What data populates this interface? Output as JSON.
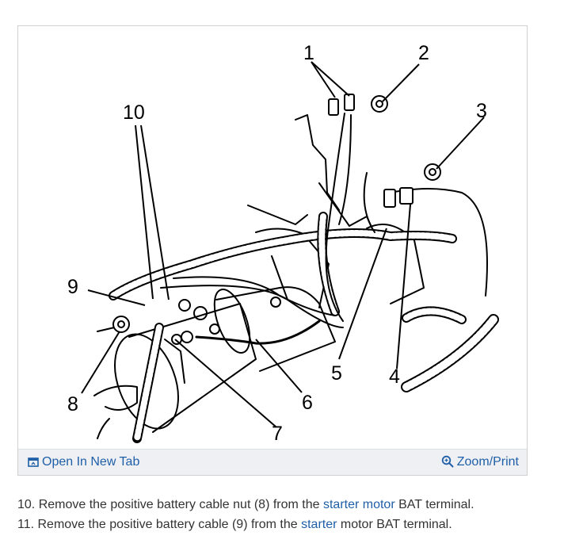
{
  "figure": {
    "callouts": [
      "1",
      "2",
      "3",
      "4",
      "5",
      "6",
      "7",
      "8",
      "9",
      "10"
    ],
    "toolbar": {
      "open_label": "Open In New Tab",
      "zoom_label": "Zoom/Print"
    }
  },
  "steps": [
    {
      "prefix": "10. Remove the positive battery cable nut (8) from the ",
      "link": "starter motor",
      "suffix": " BAT terminal."
    },
    {
      "prefix": "11. Remove the positive battery cable (9) from the ",
      "link": "starter",
      "suffix": " motor BAT terminal."
    }
  ],
  "colors": {
    "link": "#1f5fa8",
    "toolbar_bg": "#eef0f3"
  },
  "icons": {
    "open": "open-in-new-tab-icon",
    "zoom": "magnifier-icon"
  }
}
